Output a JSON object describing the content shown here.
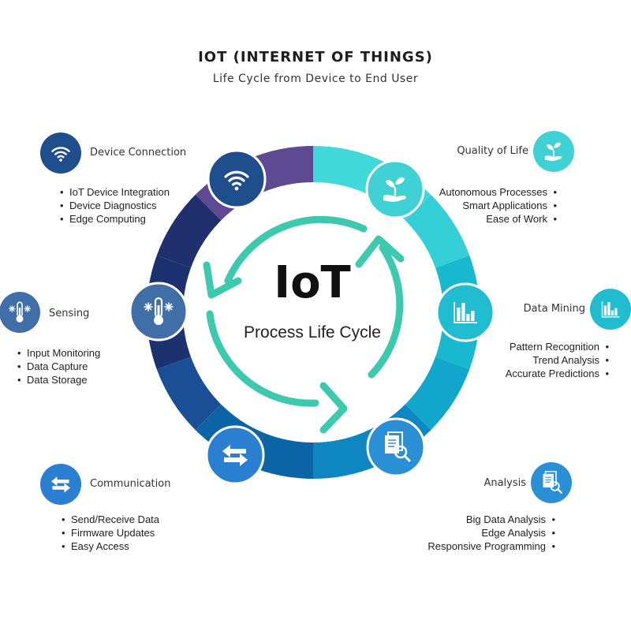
{
  "header": {
    "title": "IOT (INTERNET OF THINGS)",
    "subtitle": "Life Cycle from Device to End User"
  },
  "center": {
    "title": "IoT",
    "subtitle": "Process Life Cycle"
  },
  "stages": [
    {
      "key": "device-connection",
      "label": "Device Connection",
      "icon": "wifi-icon",
      "color": "#1f4e8c",
      "items": [
        "IoT Device Integration",
        "Device Diagnostics",
        "Edge Computing"
      ]
    },
    {
      "key": "quality-of-life",
      "label": "Quality of Life",
      "icon": "plant-hand-icon",
      "color": "#3fd1d3",
      "items": [
        "Autonomous Processes",
        "Smart Applications",
        "Ease of Work"
      ]
    },
    {
      "key": "data-mining",
      "label": "Data Mining",
      "icon": "bar-chart-icon",
      "color": "#21bccf",
      "items": [
        "Pattern Recognition",
        "Trend Analysis",
        "Accurate Predictions"
      ]
    },
    {
      "key": "analysis",
      "label": "Analysis",
      "icon": "document-search-icon",
      "color": "#2b8fd6",
      "items": [
        "Big Data Analysis",
        "Edge Analysis",
        "Responsive Programming"
      ]
    },
    {
      "key": "communication",
      "label": "Communication",
      "icon": "exchange-arrows-icon",
      "color": "#2b7fd0",
      "items": [
        "Send/Receive Data",
        "Firmware Updates",
        "Easy Access"
      ]
    },
    {
      "key": "sensing",
      "label": "Sensing",
      "icon": "thermometer-snow-icon",
      "color": "#3f6fa6",
      "items": [
        "Input Monitoring",
        "Data Capture",
        "Data Storage"
      ]
    }
  ],
  "colors": {
    "cycle_arrows": "#3cc9ad",
    "ring_purple": "#5e4a92",
    "ring_navy": "#1c3170",
    "ring_blue": "#1a5fa8",
    "ring_cyan": "#3fd1d3",
    "ring_teal": "#1ab5cc"
  }
}
